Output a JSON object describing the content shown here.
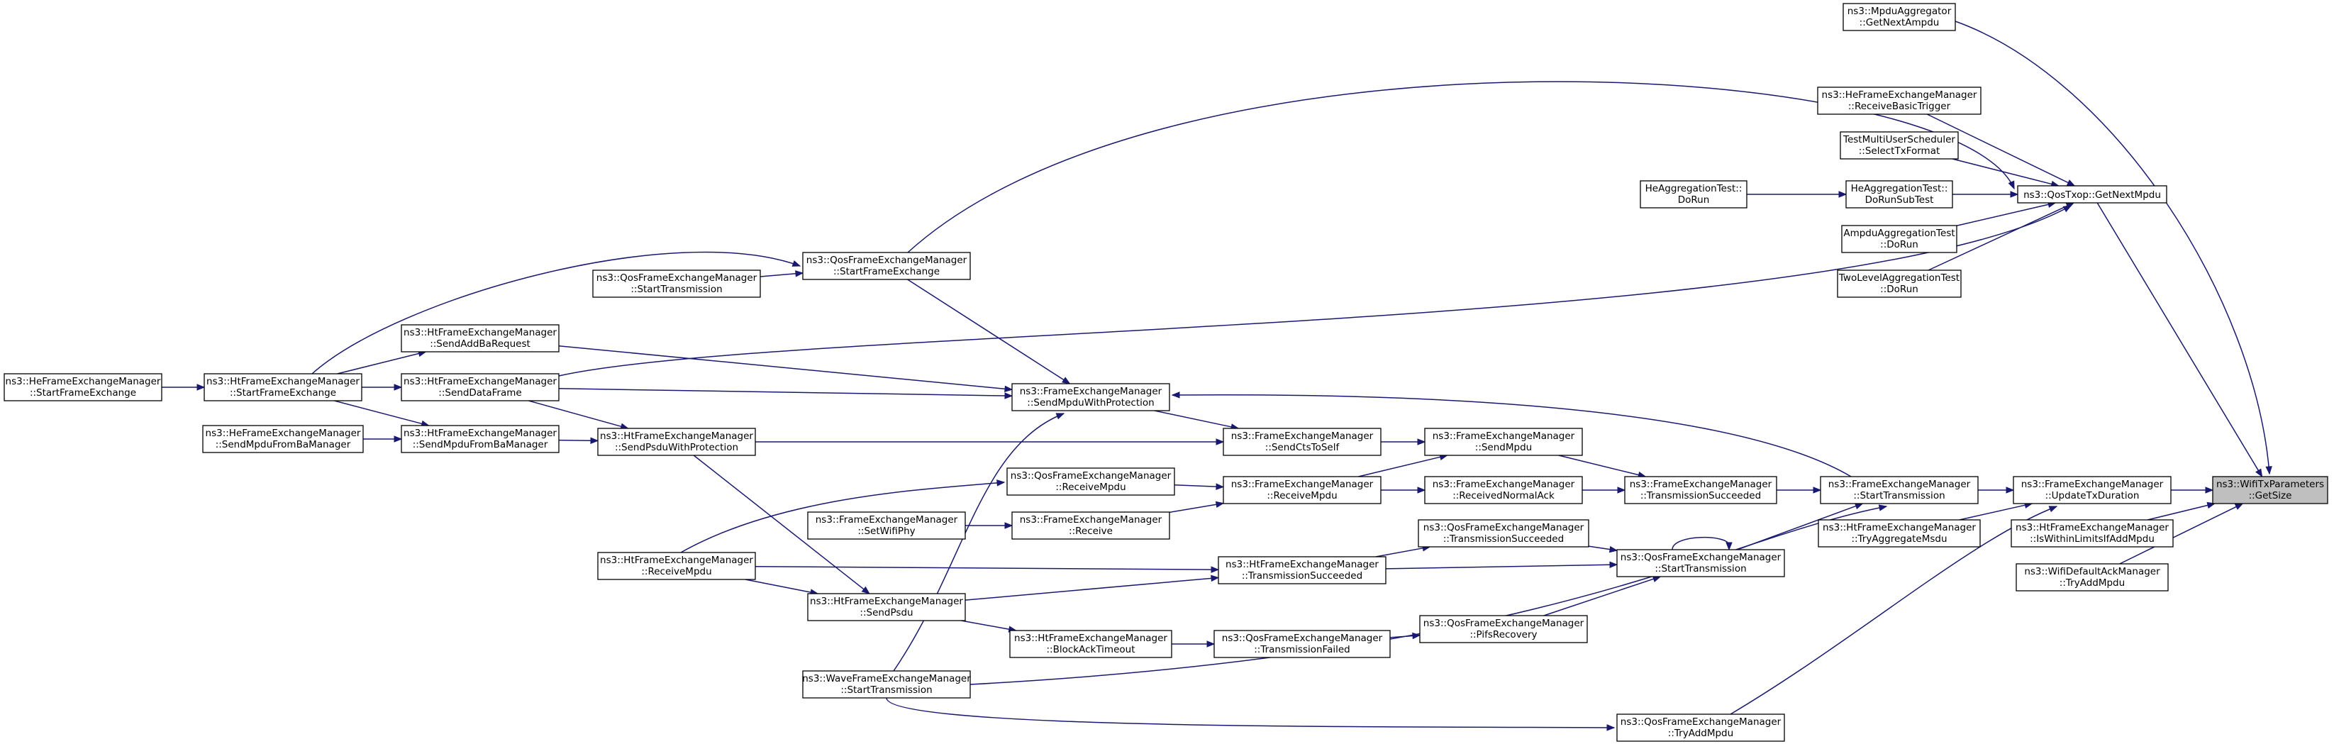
{
  "nodes": [
    {
      "id": "target",
      "lines": [
        "ns3::WifiTxParameters",
        "::GetSize"
      ],
      "highlight": true
    },
    {
      "id": "updateTxDuration",
      "lines": [
        "ns3::FrameExchangeManager",
        "::UpdateTxDuration"
      ]
    },
    {
      "id": "isWithinLimits",
      "lines": [
        "ns3::HtFrameExchangeManager",
        "::IsWithinLimitsIfAddMpdu"
      ]
    },
    {
      "id": "wifiDefaultAck",
      "lines": [
        "ns3::WifiDefaultAckManager",
        "::TryAddMpdu"
      ]
    },
    {
      "id": "getNextMpdu",
      "lines": [
        "ns3::QosTxop::GetNextMpdu"
      ]
    },
    {
      "id": "mpduAggregator",
      "lines": [
        "ns3::MpduAggregator",
        "::GetNextAmpdu"
      ]
    },
    {
      "id": "heReceiveBasicTrigger",
      "lines": [
        "ns3::HeFrameExchangeManager",
        "::ReceiveBasicTrigger"
      ]
    },
    {
      "id": "testMultiUser",
      "lines": [
        "TestMultiUserScheduler",
        "::SelectTxFormat"
      ]
    },
    {
      "id": "heAggDoRunSubTest",
      "lines": [
        "HeAggregationTest::",
        "DoRunSubTest"
      ]
    },
    {
      "id": "heAggDoRun",
      "lines": [
        "HeAggregationTest::",
        "DoRun"
      ]
    },
    {
      "id": "ampduAggDoRun",
      "lines": [
        "AmpduAggregationTest",
        "::DoRun"
      ]
    },
    {
      "id": "twoLevelDoRun",
      "lines": [
        "TwoLevelAggregationTest",
        "::DoRun"
      ]
    },
    {
      "id": "femStartTransmission",
      "lines": [
        "ns3::FrameExchangeManager",
        "::StartTransmission"
      ]
    },
    {
      "id": "htTryAggregateMsdu",
      "lines": [
        "ns3::HtFrameExchangeManager",
        "::TryAggregateMsdu"
      ]
    },
    {
      "id": "qosStartTransmission",
      "lines": [
        "ns3::QosFrameExchangeManager",
        "::StartTransmission"
      ]
    },
    {
      "id": "qosTryAddMpdu",
      "lines": [
        "ns3::QosFrameExchangeManager",
        "::TryAddMpdu"
      ]
    },
    {
      "id": "femTransmissionSucceeded",
      "lines": [
        "ns3::FrameExchangeManager",
        "::TransmissionSucceeded"
      ]
    },
    {
      "id": "femSendMpdu",
      "lines": [
        "ns3::FrameExchangeManager",
        "::SendMpdu"
      ]
    },
    {
      "id": "femReceivedNormalAck",
      "lines": [
        "ns3::FrameExchangeManager",
        "::ReceivedNormalAck"
      ]
    },
    {
      "id": "qosTransmissionSucceeded",
      "lines": [
        "ns3::QosFrameExchangeManager",
        "::TransmissionSucceeded"
      ]
    },
    {
      "id": "qosPifsRecovery",
      "lines": [
        "ns3::QosFrameExchangeManager",
        "::PifsRecovery"
      ]
    },
    {
      "id": "femSendCtsToSelf",
      "lines": [
        "ns3::FrameExchangeManager",
        "::SendCtsToSelf"
      ]
    },
    {
      "id": "femReceiveMpdu",
      "lines": [
        "ns3::FrameExchangeManager",
        "::ReceiveMpdu"
      ]
    },
    {
      "id": "femReceive",
      "lines": [
        "ns3::FrameExchangeManager",
        "::Receive"
      ]
    },
    {
      "id": "htTransmissionSucceeded",
      "lines": [
        "ns3::HtFrameExchangeManager",
        "::TransmissionSucceeded"
      ]
    },
    {
      "id": "qosTransmissionFailed",
      "lines": [
        "ns3::QosFrameExchangeManager",
        "::TransmissionFailed"
      ]
    },
    {
      "id": "femSetWifiPhy",
      "lines": [
        "ns3::FrameExchangeManager",
        "::SetWifiPhy"
      ]
    },
    {
      "id": "femSendMpduWithProtection",
      "lines": [
        "ns3::FrameExchangeManager",
        "::SendMpduWithProtection"
      ]
    },
    {
      "id": "qosReceiveMpdu",
      "lines": [
        "ns3::QosFrameExchangeManager",
        "::ReceiveMpdu"
      ]
    },
    {
      "id": "htBlockAckTimeout",
      "lines": [
        "ns3::HtFrameExchangeManager",
        "::BlockAckTimeout"
      ]
    },
    {
      "id": "qosStartFrameExchange",
      "lines": [
        "ns3::QosFrameExchangeManager",
        "::StartFrameExchange"
      ]
    },
    {
      "id": "qosStartTransmission2",
      "lines": [
        "ns3::QosFrameExchangeManager",
        "::StartTransmission"
      ]
    },
    {
      "id": "htSendPsduWithProtection",
      "lines": [
        "ns3::HtFrameExchangeManager",
        "::SendPsduWithProtection"
      ]
    },
    {
      "id": "htReceiveMpdu",
      "lines": [
        "ns3::HtFrameExchangeManager",
        "::ReceiveMpdu"
      ]
    },
    {
      "id": "htSendPsdu",
      "lines": [
        "ns3::HtFrameExchangeManager",
        "::SendPsdu"
      ]
    },
    {
      "id": "waveStartTransmission",
      "lines": [
        "ns3::WaveFrameExchangeManager",
        "::StartTransmission"
      ]
    },
    {
      "id": "htSendAddBaRequest",
      "lines": [
        "ns3::HtFrameExchangeManager",
        "::SendAddBaRequest"
      ]
    },
    {
      "id": "htSendDataFrame",
      "lines": [
        "ns3::HtFrameExchangeManager",
        "::SendDataFrame"
      ]
    },
    {
      "id": "htSendMpduFromBaManager",
      "lines": [
        "ns3::HtFrameExchangeManager",
        "::SendMpduFromBaManager"
      ]
    },
    {
      "id": "htStartFrameExchange",
      "lines": [
        "ns3::HtFrameExchangeManager",
        "::StartFrameExchange"
      ]
    },
    {
      "id": "heSendMpduFromBaManager",
      "lines": [
        "ns3::HeFrameExchangeManager",
        "::SendMpduFromBaManager"
      ]
    },
    {
      "id": "heStartFrameExchange",
      "lines": [
        "ns3::HeFrameExchangeManager",
        "::StartFrameExchange"
      ]
    }
  ],
  "edges": [
    {
      "from": "updateTxDuration",
      "to": "target"
    },
    {
      "from": "isWithinLimits",
      "to": "target"
    },
    {
      "from": "wifiDefaultAck",
      "to": "target"
    },
    {
      "from": "getNextMpdu",
      "to": "target"
    },
    {
      "from": "mpduAggregator",
      "to": "target"
    },
    {
      "from": "femStartTransmission",
      "to": "updateTxDuration"
    },
    {
      "from": "htTryAggregateMsdu",
      "to": "updateTxDuration"
    },
    {
      "from": "qosTryAddMpdu",
      "to": "updateTxDuration"
    },
    {
      "from": "heReceiveBasicTrigger",
      "to": "getNextMpdu"
    },
    {
      "from": "testMultiUser",
      "to": "getNextMpdu"
    },
    {
      "from": "heAggDoRunSubTest",
      "to": "getNextMpdu"
    },
    {
      "from": "ampduAggDoRun",
      "to": "getNextMpdu"
    },
    {
      "from": "twoLevelDoRun",
      "to": "getNextMpdu"
    },
    {
      "from": "qosStartFrameExchange",
      "to": "getNextMpdu"
    },
    {
      "from": "htSendDataFrame",
      "to": "getNextMpdu"
    },
    {
      "from": "heAggDoRun",
      "to": "heAggDoRunSubTest"
    },
    {
      "from": "femTransmissionSucceeded",
      "to": "femStartTransmission"
    },
    {
      "from": "qosStartTransmission",
      "to": "femStartTransmission"
    },
    {
      "from": "waveStartTransmission",
      "to": "femStartTransmission"
    },
    {
      "from": "qosStartTransmission",
      "to": "qosStartTransmission"
    },
    {
      "from": "qosTransmissionSucceeded",
      "to": "qosStartTransmission"
    },
    {
      "from": "htTransmissionSucceeded",
      "to": "qosStartTransmission"
    },
    {
      "from": "qosPifsRecovery",
      "to": "qosStartTransmission"
    },
    {
      "from": "femSendMpdu",
      "to": "femTransmissionSucceeded"
    },
    {
      "from": "femReceivedNormalAck",
      "to": "femTransmissionSucceeded"
    },
    {
      "from": "femSendCtsToSelf",
      "to": "femSendMpdu"
    },
    {
      "from": "femReceiveMpdu",
      "to": "femSendMpdu"
    },
    {
      "from": "femReceiveMpdu",
      "to": "femReceivedNormalAck"
    },
    {
      "from": "htTransmissionSucceeded",
      "to": "qosTransmissionSucceeded"
    },
    {
      "from": "qosTransmissionFailed",
      "to": "qosPifsRecovery"
    },
    {
      "from": "femSendMpduWithProtection",
      "to": "femSendCtsToSelf"
    },
    {
      "from": "htSendPsduWithProtection",
      "to": "femSendCtsToSelf"
    },
    {
      "from": "qosReceiveMpdu",
      "to": "femReceiveMpdu"
    },
    {
      "from": "femReceive",
      "to": "femReceiveMpdu"
    },
    {
      "from": "htReceiveMpdu",
      "to": "htTransmissionSucceeded"
    },
    {
      "from": "htSendPsdu",
      "to": "htTransmissionSucceeded"
    },
    {
      "from": "htBlockAckTimeout",
      "to": "qosTransmissionFailed"
    },
    {
      "from": "femSetWifiPhy",
      "to": "femReceive"
    },
    {
      "from": "femStartTransmission",
      "to": "femSendMpduWithProtection"
    },
    {
      "from": "qosStartFrameExchange",
      "to": "femSendMpduWithProtection"
    },
    {
      "from": "htSendAddBaRequest",
      "to": "femSendMpduWithProtection"
    },
    {
      "from": "htSendDataFrame",
      "to": "femSendMpduWithProtection"
    },
    {
      "from": "waveStartTransmission",
      "to": "femSendMpduWithProtection"
    },
    {
      "from": "htReceiveMpdu",
      "to": "qosReceiveMpdu"
    },
    {
      "from": "htSendPsdu",
      "to": "htBlockAckTimeout"
    },
    {
      "from": "qosStartTransmission2",
      "to": "qosStartFrameExchange"
    },
    {
      "from": "htStartFrameExchange",
      "to": "qosStartFrameExchange"
    },
    {
      "from": "htSendDataFrame",
      "to": "htSendPsduWithProtection"
    },
    {
      "from": "htSendMpduFromBaManager",
      "to": "htSendPsduWithProtection"
    },
    {
      "from": "htSendPsduWithProtection",
      "to": "htSendPsdu"
    },
    {
      "from": "htReceiveMpdu",
      "to": "htSendPsdu"
    },
    {
      "from": "waveStartTransmission",
      "to": "qosTryAddMpdu"
    },
    {
      "from": "htStartFrameExchange",
      "to": "htSendAddBaRequest"
    },
    {
      "from": "htStartFrameExchange",
      "to": "htSendDataFrame"
    },
    {
      "from": "htStartFrameExchange",
      "to": "htSendMpduFromBaManager"
    },
    {
      "from": "heSendMpduFromBaManager",
      "to": "htSendMpduFromBaManager"
    },
    {
      "from": "heStartFrameExchange",
      "to": "htStartFrameExchange"
    }
  ]
}
